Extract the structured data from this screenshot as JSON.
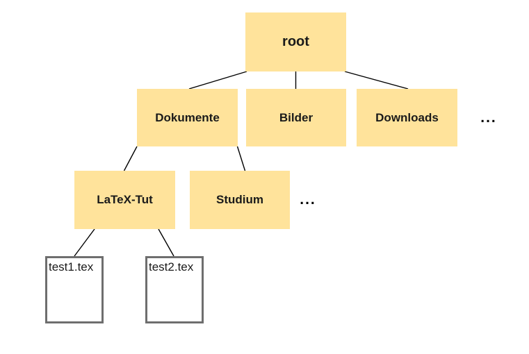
{
  "colors": {
    "folder_fill": "#ffe39b",
    "file_border": "#6e6e6e",
    "edge": "#000000",
    "background": "#ffffff"
  },
  "nodes": {
    "root": {
      "label": "root",
      "type": "folder"
    },
    "dokumente": {
      "label": "Dokumente",
      "type": "folder"
    },
    "bilder": {
      "label": "Bilder",
      "type": "folder"
    },
    "downloads": {
      "label": "Downloads",
      "type": "folder"
    },
    "level1_ellipsis": {
      "label": "...",
      "type": "ellipsis"
    },
    "latex_tut": {
      "label": "LaTeX-Tut",
      "type": "folder"
    },
    "studium": {
      "label": "Studium",
      "type": "folder"
    },
    "level2_ellipsis": {
      "label": "...",
      "type": "ellipsis"
    },
    "test1": {
      "label": "test1.tex",
      "type": "file"
    },
    "test2": {
      "label": "test2.tex",
      "type": "file"
    }
  },
  "edges": [
    {
      "from": "root",
      "to": "dokumente"
    },
    {
      "from": "root",
      "to": "bilder"
    },
    {
      "from": "root",
      "to": "downloads"
    },
    {
      "from": "dokumente",
      "to": "latex_tut"
    },
    {
      "from": "dokumente",
      "to": "studium"
    },
    {
      "from": "latex_tut",
      "to": "test1"
    },
    {
      "from": "latex_tut",
      "to": "test2"
    }
  ]
}
